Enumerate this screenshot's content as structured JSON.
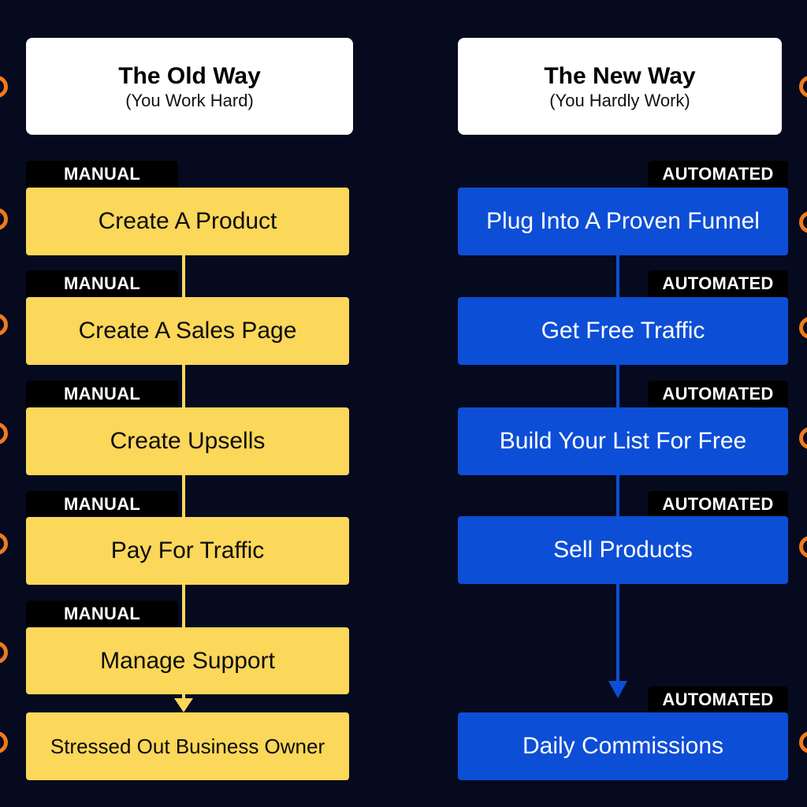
{
  "old_way": {
    "title": "The Old Way",
    "subtitle": "(You Work Hard)",
    "tag": "MANUAL",
    "steps": [
      "Create A Product",
      "Create A Sales Page",
      "Create Upsells",
      "Pay For Traffic",
      "Manage Support"
    ],
    "outcome": "Stressed Out Business Owner"
  },
  "new_way": {
    "title": "The New Way",
    "subtitle": "(You Hardly Work)",
    "tag": "AUTOMATED",
    "steps": [
      "Plug Into A Proven Funnel",
      "Get Free Traffic",
      "Build Your List For Free",
      "Sell Products"
    ],
    "outcome": "Daily Commissions"
  },
  "colors": {
    "background": "#060a1f",
    "old_box": "#fbd75a",
    "new_box": "#0d4ed6",
    "tag_bg": "#000000",
    "edge_dot": "#f07a1c"
  }
}
